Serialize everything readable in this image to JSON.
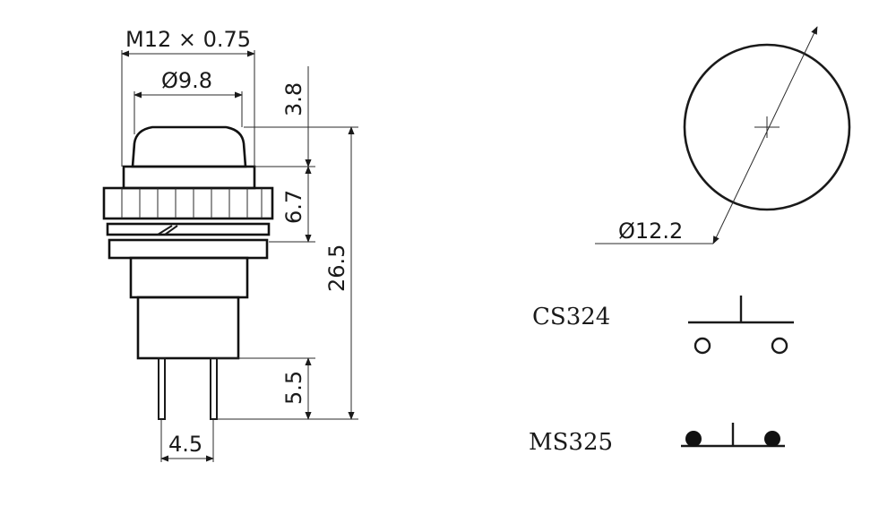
{
  "dimensions": {
    "thread": "M12 × 0.75",
    "cap_diameter": "Ø9.8",
    "cap_height": "3.8",
    "nut_height": "6.7",
    "total_height": "26.5",
    "pin_length": "5.5",
    "pin_spacing": "4.5",
    "panel_hole": "Ø12.2"
  },
  "switch_types": [
    {
      "model": "CS324",
      "symbol": "open-contact-icon"
    },
    {
      "model": "MS325",
      "symbol": "closed-contact-icon"
    }
  ],
  "colors": {
    "line": "#1a1a1a",
    "background": "#ffffff"
  }
}
